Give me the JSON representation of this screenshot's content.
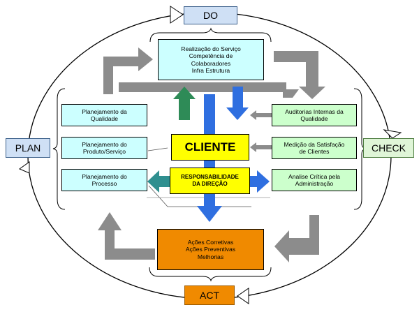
{
  "cycle": {
    "do_label": "DO",
    "check_label": "CHECK",
    "act_label": "ACT",
    "plan_label": "PLAN"
  },
  "center": {
    "realizacao": [
      "Realização do Serviço",
      "Competência de",
      "Colaboradores",
      "Infra Estrutura"
    ],
    "cliente": "CLIENTE",
    "responsabilidade": [
      "RESPONSABILIDADE",
      "DA DIREÇÃO"
    ],
    "acoes": [
      "Ações Corretivas",
      "Ações Preventivas",
      "Melhorias"
    ]
  },
  "plan_items": [
    [
      "Planejamento da",
      "Qualidade"
    ],
    [
      "Planejamento do",
      "Produto/Serviço"
    ],
    [
      "Planejamento do",
      "Processo"
    ]
  ],
  "check_items": [
    [
      "Auditorias Internas da",
      "Qualidade"
    ],
    [
      "Medição da Satisfação",
      "de Clientes"
    ],
    [
      "Analise Crítica pela",
      "Administração"
    ]
  ],
  "colors": {
    "outline_circle": "#000000",
    "gray_arrows": "#8c8c8c",
    "green_arrow": "#2e8b57",
    "blue_arrow": "#2f6fe0",
    "teal_arrow": "#2f8f8f",
    "plan_box_fill": "#cfe0f5",
    "check_box_fill": "#dff5d7",
    "do_box_fill": "#cfe0f5",
    "act_box_fill": "#f08a00",
    "cliente_fill": "#ffff00",
    "cyan_box_fill": "#ccffff",
    "green_box_fill": "#ccffcc"
  }
}
